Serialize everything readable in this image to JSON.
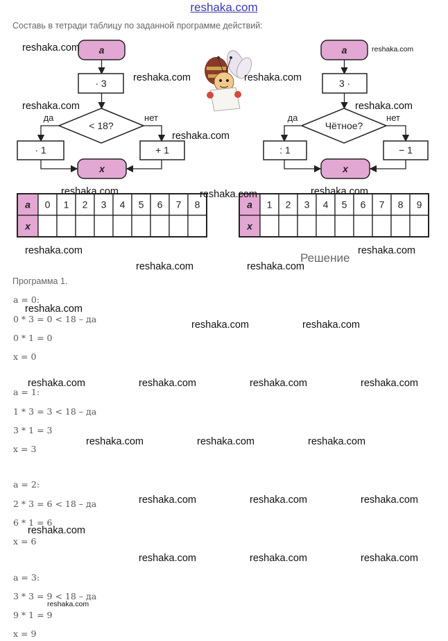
{
  "header": {
    "site": "reshaka.com"
  },
  "intro": "Составь в тетради таблицу по заданной программе действий:",
  "watermark": "reshaka.com",
  "flowchart_left": {
    "start": "a",
    "op": "· 3",
    "cond": "< 18?",
    "yes": "да",
    "no": "нет",
    "yes_op": "· 1",
    "no_op": "+ 1",
    "end": "x"
  },
  "flowchart_right": {
    "start": "a",
    "op": "3 ·",
    "cond": "Чётное?",
    "yes": "да",
    "no": "нет",
    "yes_op": ": 1",
    "no_op": "− 1",
    "end": "x"
  },
  "table_left": {
    "row_a": "a",
    "row_x": "x",
    "values": [
      "0",
      "1",
      "2",
      "3",
      "4",
      "5",
      "6",
      "7",
      "8"
    ]
  },
  "table_right": {
    "row_a": "a",
    "row_x": "x",
    "values": [
      "1",
      "2",
      "3",
      "4",
      "5",
      "6",
      "7",
      "8",
      "9"
    ]
  },
  "solution_label": "Решение",
  "program_title": "Программа 1.",
  "steps": [
    {
      "assign": "a = 0:",
      "check": "0 * 3 = 0 < 18 – да",
      "calc": "0 * 1 = 0",
      "result": "x = 0"
    },
    {
      "assign": "a = 1:",
      "check": "1 * 3 = 3 < 18 – да",
      "calc": "3 * 1 = 3",
      "result": "x = 3"
    },
    {
      "assign": "a = 2:",
      "check": "2 * 3 = 6 < 18 – да",
      "calc": "6 * 1 = 6",
      "result": "x = 6"
    },
    {
      "assign": "a = 3:",
      "check": "3 * 3 = 9 < 18 – да",
      "calc": "9 * 1 = 9",
      "result": "x = 9"
    }
  ]
}
